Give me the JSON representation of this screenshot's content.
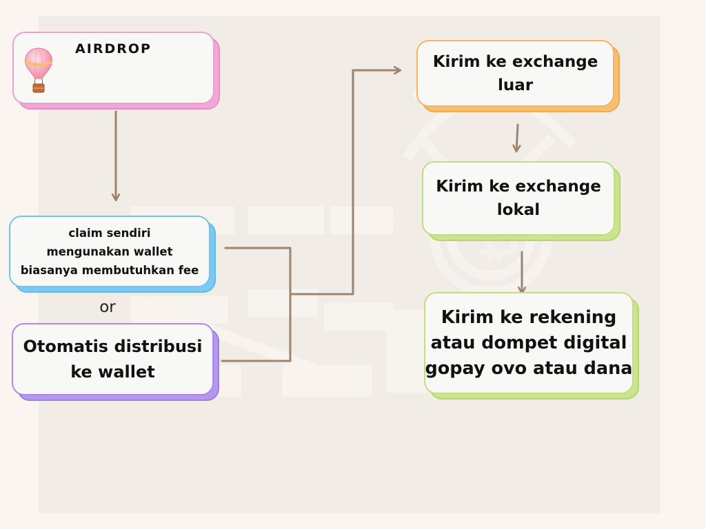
{
  "nodes": {
    "airdrop": {
      "title": "AIRDROP"
    },
    "claim": {
      "lines": [
        "claim sendiri",
        "mengunakan wallet",
        "biasanya membutuhkan fee"
      ]
    },
    "or_label": "or",
    "auto": {
      "lines": [
        "Otomatis distribusi",
        "ke wallet"
      ]
    },
    "exchange_luar": {
      "lines": [
        "Kirim ke exchange",
        "luar"
      ]
    },
    "exchange_lokal": {
      "lines": [
        "Kirim ke exchange",
        "lokal"
      ]
    },
    "rekening": {
      "lines": [
        "Kirim ke rekening",
        "atau dompet digital",
        "gopay ovo atau dana"
      ]
    }
  },
  "colors": {
    "connector": "#9b8470",
    "airdrop_border": "#ee9fd1",
    "claim_border": "#6fc3ee",
    "auto_border": "#a98ae9",
    "exchange_luar_border": "#f4b460",
    "green_border": "#c1de7c"
  },
  "icons": {
    "airdrop_icon": "hot-air-balloon",
    "watermark": "zero-drop-bitcoin-parachute"
  }
}
